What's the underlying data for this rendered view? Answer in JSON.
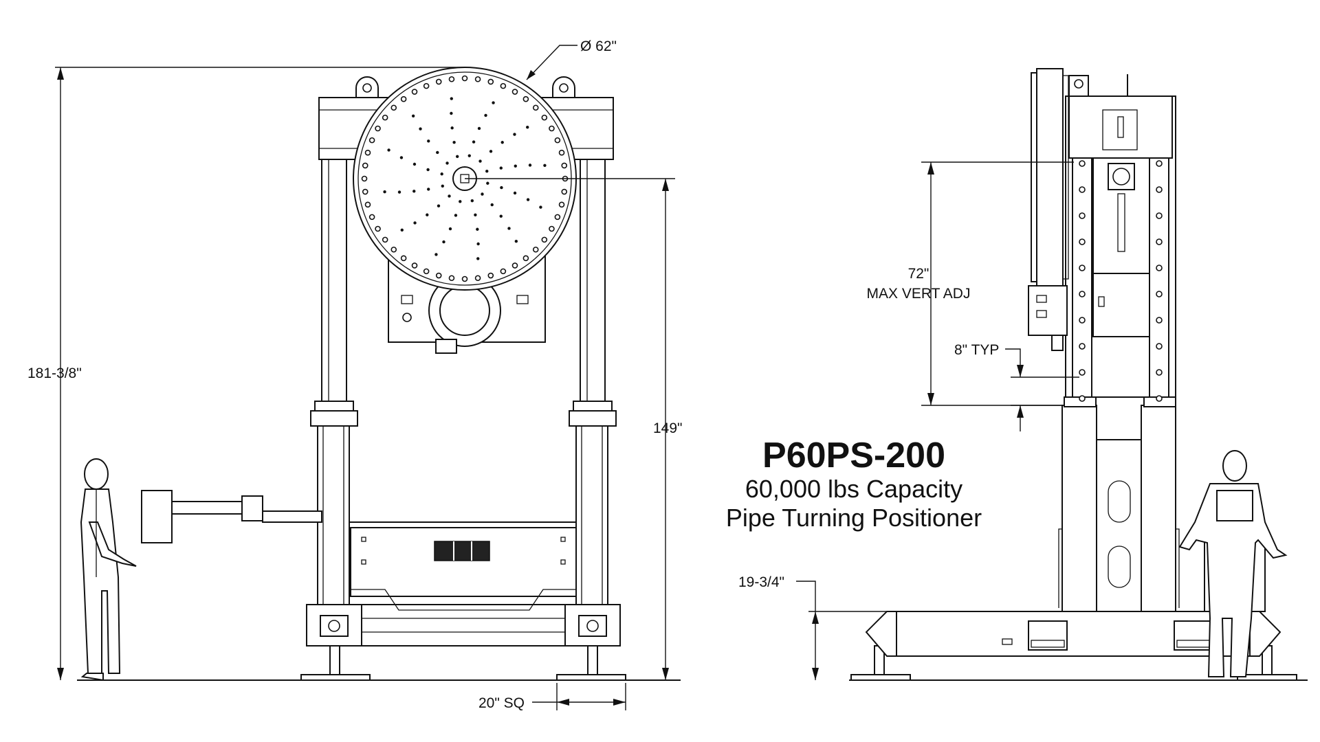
{
  "product": {
    "model": "P60PS-200",
    "capacity": "60,000 lbs Capacity",
    "description": "Pipe Turning Positioner"
  },
  "dimensions": {
    "table_diameter": "Ø 62\"",
    "overall_height": "181-3/8\"",
    "table_center_height": "149\"",
    "foot_pad": "20\" SQ",
    "max_vertical_adjust_value": "72\"",
    "max_vertical_adjust_label": "MAX VERT ADJ",
    "hole_spacing": "8\" TYP",
    "base_height": "19-3/4\""
  }
}
